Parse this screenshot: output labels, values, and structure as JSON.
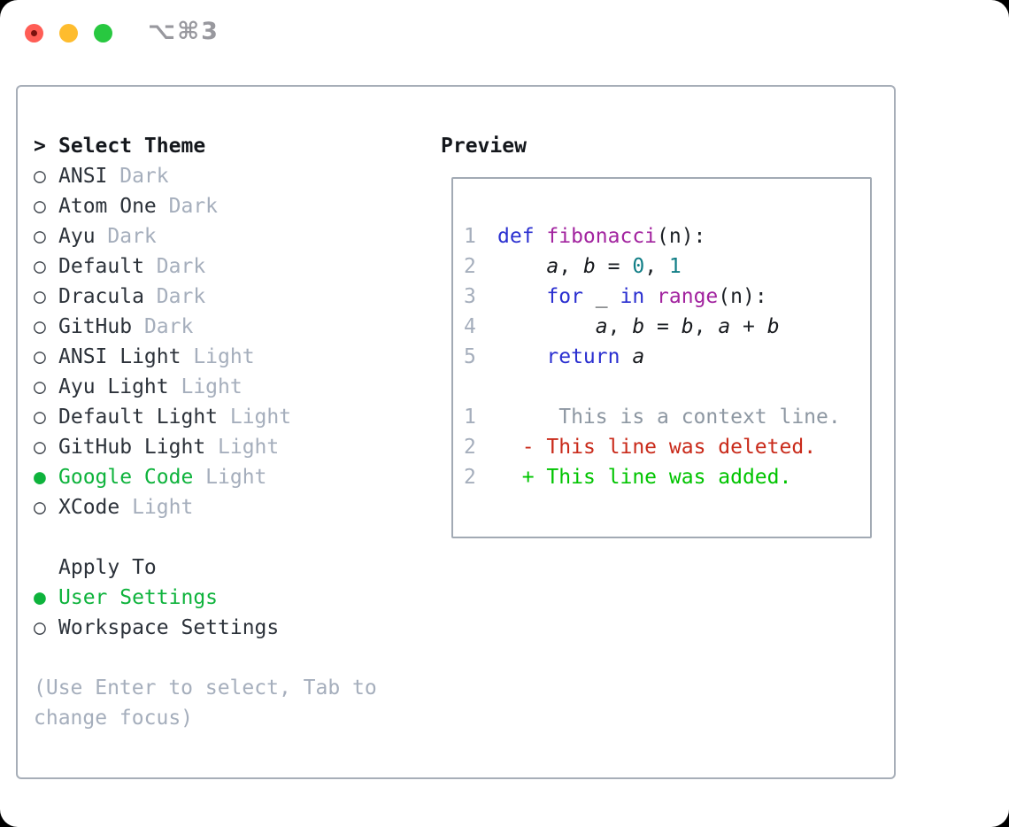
{
  "window": {
    "title": "⌥⌘3",
    "traffic_lights": [
      "close",
      "minimize",
      "zoom"
    ]
  },
  "colors": {
    "ui_selected_green": "#0eb33c",
    "muted_gray": "#a5aebc",
    "text_dark": "#2c323a",
    "header_black": "#14171c",
    "border_gray": "#a7aeb8",
    "keyword_blue": "#2a2fd0",
    "function_magenta": "#a2239f",
    "number_teal": "#117e86",
    "context_gray": "#8d97a2",
    "deleted_red": "#c92a1a",
    "added_green": "#00c400",
    "traffic_red": "#ff5d55",
    "traffic_yellow": "#febc2e",
    "traffic_green": "#28c840"
  },
  "theme_selector": {
    "header_marker": ">",
    "header_label": "Select Theme",
    "items": [
      {
        "marker": "○",
        "name": "ANSI",
        "variant": "Dark",
        "selected": false
      },
      {
        "marker": "○",
        "name": "Atom One",
        "variant": "Dark",
        "selected": false
      },
      {
        "marker": "○",
        "name": "Ayu",
        "variant": "Dark",
        "selected": false
      },
      {
        "marker": "○",
        "name": "Default",
        "variant": "Dark",
        "selected": false
      },
      {
        "marker": "○",
        "name": "Dracula",
        "variant": "Dark",
        "selected": false
      },
      {
        "marker": "○",
        "name": "GitHub",
        "variant": "Dark",
        "selected": false
      },
      {
        "marker": "○",
        "name": "ANSI Light",
        "variant": "Light",
        "selected": false
      },
      {
        "marker": "○",
        "name": "Ayu Light",
        "variant": "Light",
        "selected": false
      },
      {
        "marker": "○",
        "name": "Default Light",
        "variant": "Light",
        "selected": false
      },
      {
        "marker": "○",
        "name": "GitHub Light",
        "variant": "Light",
        "selected": false
      },
      {
        "marker": "●",
        "name": "Google Code",
        "variant": "Light",
        "selected": true
      },
      {
        "marker": "○",
        "name": "XCode",
        "variant": "Light",
        "selected": false
      }
    ],
    "apply_header": "Apply To",
    "apply_options": [
      {
        "marker": "●",
        "name": "User Settings",
        "selected": true
      },
      {
        "marker": "○",
        "name": "Workspace Settings",
        "selected": false
      }
    ],
    "hint_line1": "(Use Enter to select, Tab to",
    "hint_line2": "change focus)"
  },
  "preview": {
    "header": "Preview",
    "code": [
      {
        "num": "1",
        "t": [
          {
            "text": "def ",
            "type": "keyword"
          },
          {
            "text": "fibonacci",
            "type": "function"
          },
          {
            "text": "(n):",
            "type": "plain"
          }
        ]
      },
      {
        "num": "2",
        "t": [
          {
            "text": "    ",
            "type": "plain"
          },
          {
            "text": "a",
            "type": "variable"
          },
          {
            "text": ", ",
            "type": "plain"
          },
          {
            "text": "b",
            "type": "variable"
          },
          {
            "text": " = ",
            "type": "plain"
          },
          {
            "text": "0",
            "type": "number"
          },
          {
            "text": ", ",
            "type": "plain"
          },
          {
            "text": "1",
            "type": "number"
          }
        ]
      },
      {
        "num": "3",
        "t": [
          {
            "text": "    ",
            "type": "plain"
          },
          {
            "text": "for",
            "type": "keyword"
          },
          {
            "text": " _ ",
            "type": "plain"
          },
          {
            "text": "in",
            "type": "keyword"
          },
          {
            "text": " ",
            "type": "plain"
          },
          {
            "text": "range",
            "type": "function"
          },
          {
            "text": "(n):",
            "type": "plain"
          }
        ]
      },
      {
        "num": "4",
        "t": [
          {
            "text": "        ",
            "type": "plain"
          },
          {
            "text": "a",
            "type": "variable"
          },
          {
            "text": ", ",
            "type": "plain"
          },
          {
            "text": "b",
            "type": "variable"
          },
          {
            "text": " = ",
            "type": "plain"
          },
          {
            "text": "b",
            "type": "variable"
          },
          {
            "text": ", ",
            "type": "plain"
          },
          {
            "text": "a",
            "type": "variable"
          },
          {
            "text": " + ",
            "type": "plain"
          },
          {
            "text": "b",
            "type": "variable"
          }
        ]
      },
      {
        "num": "5",
        "t": [
          {
            "text": "    ",
            "type": "plain"
          },
          {
            "text": "return",
            "type": "keyword"
          },
          {
            "text": " ",
            "type": "plain"
          },
          {
            "text": "a",
            "type": "variable"
          }
        ]
      }
    ],
    "diff": [
      {
        "num": "1",
        "t": [
          {
            "text": "     This is a context line.",
            "type": "context"
          }
        ]
      },
      {
        "num": "2",
        "t": [
          {
            "text": "  ",
            "type": "plain"
          },
          {
            "text": "- This line was deleted.",
            "type": "deleted"
          }
        ]
      },
      {
        "num": "2",
        "t": [
          {
            "text": "  ",
            "type": "plain"
          },
          {
            "text": "+ This line was added.",
            "type": "added"
          }
        ]
      }
    ]
  }
}
